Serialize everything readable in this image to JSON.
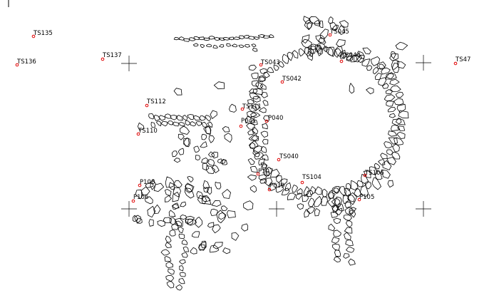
{
  "plan": {
    "marker_color": "#e00000",
    "line_color": "#000000",
    "background": "#ffffff",
    "icon": "survey-point-marker"
  },
  "survey_points": [
    {
      "id": "TS135"
    },
    {
      "id": "TS136"
    },
    {
      "id": "TS137"
    },
    {
      "id": "TS045"
    },
    {
      "id": "TS044"
    },
    {
      "id": "TS47"
    },
    {
      "id": "TS043"
    },
    {
      "id": "TS042"
    },
    {
      "id": "TS112"
    },
    {
      "id": "TS111"
    },
    {
      "id": "P040"
    },
    {
      "id": "P041"
    },
    {
      "id": "TS110"
    },
    {
      "id": "TS040"
    },
    {
      "id": "P107"
    },
    {
      "id": "TS104"
    },
    {
      "id": "TS106"
    },
    {
      "id": "P108"
    },
    {
      "id": "P039"
    },
    {
      "id": "P105"
    },
    {
      "id": "P106"
    }
  ]
}
